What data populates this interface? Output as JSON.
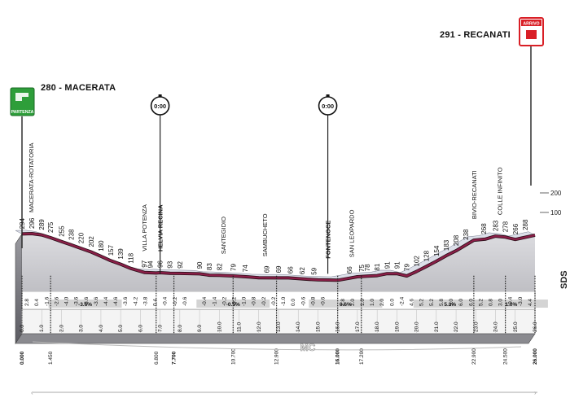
{
  "chart_data": {
    "type": "area",
    "title": "",
    "xlabel": "",
    "ylabel": "",
    "unit_x": "km",
    "unit_y": "m",
    "xlim": [
      0,
      26
    ],
    "ylim": [
      0,
      320
    ],
    "y_ticks": [
      {
        "value": 100,
        "label": "100"
      },
      {
        "value": 200,
        "label": "200"
      }
    ],
    "start": {
      "name": "280 - MACERATA",
      "badge": "PARTENZA"
    },
    "finish": {
      "name": "291 - RECANATI",
      "badge": "ARRIVO"
    },
    "profile": [
      {
        "x": 0.0,
        "y": 294
      },
      {
        "x": 0.5,
        "y": 296
      },
      {
        "x": 1.0,
        "y": 289
      },
      {
        "x": 1.45,
        "y": 275
      },
      {
        "x": 2.0,
        "y": 255
      },
      {
        "x": 2.5,
        "y": 238
      },
      {
        "x": 3.0,
        "y": 220
      },
      {
        "x": 3.5,
        "y": 202
      },
      {
        "x": 4.0,
        "y": 180
      },
      {
        "x": 4.5,
        "y": 157
      },
      {
        "x": 5.0,
        "y": 139
      },
      {
        "x": 5.5,
        "y": 118
      },
      {
        "x": 6.2,
        "y": 97
      },
      {
        "x": 6.8,
        "y": 94
      },
      {
        "x": 7.0,
        "y": 96
      },
      {
        "x": 7.5,
        "y": 93
      },
      {
        "x": 8.0,
        "y": 92
      },
      {
        "x": 9.0,
        "y": 90
      },
      {
        "x": 9.5,
        "y": 83
      },
      {
        "x": 10.0,
        "y": 82
      },
      {
        "x": 10.7,
        "y": 79
      },
      {
        "x": 11.5,
        "y": 74
      },
      {
        "x": 12.0,
        "y": 70
      },
      {
        "x": 12.9,
        "y": 69
      },
      {
        "x": 13.5,
        "y": 69
      },
      {
        "x": 14.0,
        "y": 66
      },
      {
        "x": 14.5,
        "y": 62
      },
      {
        "x": 15.0,
        "y": 59
      },
      {
        "x": 16.0,
        "y": 57
      },
      {
        "x": 16.5,
        "y": 66
      },
      {
        "x": 17.0,
        "y": 75
      },
      {
        "x": 17.5,
        "y": 78
      },
      {
        "x": 18.0,
        "y": 81
      },
      {
        "x": 18.5,
        "y": 91
      },
      {
        "x": 19.0,
        "y": 91
      },
      {
        "x": 19.5,
        "y": 79
      },
      {
        "x": 20.0,
        "y": 102
      },
      {
        "x": 20.5,
        "y": 128
      },
      {
        "x": 21.0,
        "y": 154
      },
      {
        "x": 21.5,
        "y": 183
      },
      {
        "x": 22.0,
        "y": 208
      },
      {
        "x": 22.5,
        "y": 238
      },
      {
        "x": 22.9,
        "y": 262
      },
      {
        "x": 23.5,
        "y": 268
      },
      {
        "x": 24.0,
        "y": 283
      },
      {
        "x": 24.5,
        "y": 278
      },
      {
        "x": 25.0,
        "y": 266
      },
      {
        "x": 26.0,
        "y": 288
      }
    ],
    "alt_labels": [
      {
        "x": 0.0,
        "y": 294
      },
      {
        "x": 0.5,
        "y": 296
      },
      {
        "x": 1.0,
        "y": 289
      },
      {
        "x": 1.45,
        "y": 275
      },
      {
        "x": 2.0,
        "y": 255
      },
      {
        "x": 2.5,
        "y": 238
      },
      {
        "x": 3.0,
        "y": 220
      },
      {
        "x": 3.5,
        "y": 202
      },
      {
        "x": 4.0,
        "y": 180
      },
      {
        "x": 4.5,
        "y": 157
      },
      {
        "x": 5.0,
        "y": 139
      },
      {
        "x": 5.5,
        "y": 118
      },
      {
        "x": 6.2,
        "y": 97
      },
      {
        "x": 6.5,
        "y": 94
      },
      {
        "x": 7.0,
        "y": 96
      },
      {
        "x": 7.5,
        "y": 93
      },
      {
        "x": 8.0,
        "y": 92
      },
      {
        "x": 9.0,
        "y": 90
      },
      {
        "x": 9.5,
        "y": 83
      },
      {
        "x": 10.0,
        "y": 82
      },
      {
        "x": 10.7,
        "y": 79
      },
      {
        "x": 11.3,
        "y": 74
      },
      {
        "x": 12.4,
        "y": 69
      },
      {
        "x": 13.0,
        "y": 69
      },
      {
        "x": 13.6,
        "y": 66
      },
      {
        "x": 14.2,
        "y": 62
      },
      {
        "x": 14.8,
        "y": 59
      },
      {
        "x": 16.6,
        "y": 66
      },
      {
        "x": 17.2,
        "y": 75
      },
      {
        "x": 17.5,
        "y": 78
      },
      {
        "x": 18.0,
        "y": 81
      },
      {
        "x": 18.5,
        "y": 91
      },
      {
        "x": 19.0,
        "y": 91
      },
      {
        "x": 19.5,
        "y": 79
      },
      {
        "x": 20.0,
        "y": 102
      },
      {
        "x": 20.5,
        "y": 128
      },
      {
        "x": 21.0,
        "y": 154
      },
      {
        "x": 21.5,
        "y": 183
      },
      {
        "x": 22.0,
        "y": 208
      },
      {
        "x": 22.5,
        "y": 238
      },
      {
        "x": 23.4,
        "y": 268
      },
      {
        "x": 24.0,
        "y": 283
      },
      {
        "x": 24.5,
        "y": 278
      },
      {
        "x": 25.0,
        "y": 266
      },
      {
        "x": 25.5,
        "y": 288
      }
    ],
    "locations": [
      {
        "x": 0.45,
        "label": "MACERATA-ROTATORIA",
        "bold": false
      },
      {
        "x": 6.2,
        "label": "VILLA POTENZA",
        "bold": false
      },
      {
        "x": 7.0,
        "label": "HELVIA RECINA",
        "bold": true
      },
      {
        "x": 10.2,
        "label": "SANTEGIDIO",
        "bold": false
      },
      {
        "x": 12.3,
        "label": "SAMBUCHETO",
        "bold": false
      },
      {
        "x": 15.5,
        "label": "FONTENOCE",
        "bold": true
      },
      {
        "x": 16.7,
        "label": "SAN LEOPARDO",
        "bold": false
      },
      {
        "x": 22.9,
        "label": "BIVIO-RECANATI",
        "bold": false
      },
      {
        "x": 24.2,
        "label": "COLLE INFINITO",
        "bold": false
      }
    ],
    "timing_points": [
      {
        "x": 7.0,
        "label": "0:00"
      },
      {
        "x": 15.5,
        "label": "0:00"
      }
    ],
    "segment_gradients": [
      {
        "x": 0.25,
        "v": "2.8"
      },
      {
        "x": 0.75,
        "v": "0.4"
      },
      {
        "x": 1.25,
        "v": "-1.6"
      },
      {
        "x": 1.75,
        "v": "-2.6"
      },
      {
        "x": 2.25,
        "v": "-4.0"
      },
      {
        "x": 2.75,
        "v": "-3.6"
      },
      {
        "x": 3.25,
        "v": "-3.6"
      },
      {
        "x": 3.75,
        "v": "-3.6"
      },
      {
        "x": 4.25,
        "v": "-4.4"
      },
      {
        "x": 4.75,
        "v": "-4.6"
      },
      {
        "x": 5.25,
        "v": "-3.6"
      },
      {
        "x": 5.75,
        "v": "-4.2"
      },
      {
        "x": 6.25,
        "v": "-3.8"
      },
      {
        "x": 6.75,
        "v": "0.4"
      },
      {
        "x": 7.25,
        "v": "-0.4"
      },
      {
        "x": 7.75,
        "v": "-0.2"
      },
      {
        "x": 8.25,
        "v": "-0.6"
      },
      {
        "x": 9.25,
        "v": "-0.4"
      },
      {
        "x": 9.75,
        "v": "-1.4"
      },
      {
        "x": 10.25,
        "v": "-0.2"
      },
      {
        "x": 10.75,
        "v": "-0.2"
      },
      {
        "x": 11.25,
        "v": "-1.0"
      },
      {
        "x": 11.75,
        "v": "-0.8"
      },
      {
        "x": 12.25,
        "v": "-0.2"
      },
      {
        "x": 12.75,
        "v": "-0.2"
      },
      {
        "x": 13.25,
        "v": "-1.0"
      },
      {
        "x": 13.75,
        "v": "0.0"
      },
      {
        "x": 14.25,
        "v": "-0.6"
      },
      {
        "x": 14.75,
        "v": "-0.8"
      },
      {
        "x": 15.25,
        "v": "-0.6"
      },
      {
        "x": 16.25,
        "v": "1.8"
      },
      {
        "x": 16.75,
        "v": "2.0"
      },
      {
        "x": 17.25,
        "v": "1.0"
      },
      {
        "x": 17.75,
        "v": "1.0"
      },
      {
        "x": 18.25,
        "v": "2.0"
      },
      {
        "x": 18.75,
        "v": "0.0"
      },
      {
        "x": 19.25,
        "v": "-2.4"
      },
      {
        "x": 19.75,
        "v": "4.6"
      },
      {
        "x": 20.25,
        "v": "5.2"
      },
      {
        "x": 20.75,
        "v": "5.2"
      },
      {
        "x": 21.25,
        "v": "5.8"
      },
      {
        "x": 21.75,
        "v": "5.0"
      },
      {
        "x": 22.25,
        "v": "6.0"
      },
      {
        "x": 22.75,
        "v": "6.0"
      },
      {
        "x": 23.25,
        "v": "5.2"
      },
      {
        "x": 23.75,
        "v": "0.8"
      },
      {
        "x": 24.25,
        "v": "3.0"
      },
      {
        "x": 24.75,
        "v": "-0.4"
      },
      {
        "x": 25.25,
        "v": "-3.0"
      },
      {
        "x": 25.75,
        "v": "4.4"
      }
    ],
    "average_gradients": [
      {
        "x": 3.2,
        "label": "-3.6%"
      },
      {
        "x": 10.7,
        "label": "-0.5%"
      },
      {
        "x": 16.4,
        "label": "0.6%"
      },
      {
        "x": 21.7,
        "label": "5.3%"
      },
      {
        "x": 24.8,
        "label": "1.0%"
      }
    ],
    "km_ticks": [
      {
        "x": 0.0,
        "label": "0.000",
        "bold": true
      },
      {
        "x": 0.0,
        "label": "0.0",
        "bold": false
      },
      {
        "x": 1.0,
        "label": "1.0",
        "bold": false
      },
      {
        "x": 1.45,
        "label": "1.450",
        "bold": false
      },
      {
        "x": 2.0,
        "label": "2.0",
        "bold": false
      },
      {
        "x": 3.0,
        "label": "3.0",
        "bold": false
      },
      {
        "x": 4.0,
        "label": "4.0",
        "bold": false
      },
      {
        "x": 5.0,
        "label": "5.0",
        "bold": false
      },
      {
        "x": 6.0,
        "label": "6.0",
        "bold": false
      },
      {
        "x": 6.8,
        "label": "6.800",
        "bold": false
      },
      {
        "x": 7.0,
        "label": "7.0",
        "bold": false
      },
      {
        "x": 7.7,
        "label": "7.700",
        "bold": true
      },
      {
        "x": 8.0,
        "label": "8.0",
        "bold": false
      },
      {
        "x": 9.0,
        "label": "9.0",
        "bold": false
      },
      {
        "x": 10.0,
        "label": "10.0",
        "bold": false
      },
      {
        "x": 10.7,
        "label": "10.700",
        "bold": false
      },
      {
        "x": 11.0,
        "label": "11.0",
        "bold": false
      },
      {
        "x": 12.0,
        "label": "12.0",
        "bold": false
      },
      {
        "x": 12.9,
        "label": "12.900",
        "bold": false
      },
      {
        "x": 13.0,
        "label": "13.0",
        "bold": false
      },
      {
        "x": 14.0,
        "label": "14.0",
        "bold": false
      },
      {
        "x": 15.0,
        "label": "15.0",
        "bold": false
      },
      {
        "x": 16.0,
        "label": "16.0",
        "bold": false
      },
      {
        "x": 16.0,
        "label": "16.000",
        "bold": true
      },
      {
        "x": 17.0,
        "label": "17.0",
        "bold": false
      },
      {
        "x": 17.2,
        "label": "17.200",
        "bold": false
      },
      {
        "x": 18.0,
        "label": "18.0",
        "bold": false
      },
      {
        "x": 19.0,
        "label": "19.0",
        "bold": false
      },
      {
        "x": 20.0,
        "label": "20.0",
        "bold": false
      },
      {
        "x": 21.0,
        "label": "21.0",
        "bold": false
      },
      {
        "x": 22.0,
        "label": "22.0",
        "bold": false
      },
      {
        "x": 22.9,
        "label": "22.900",
        "bold": false
      },
      {
        "x": 23.0,
        "label": "23.0",
        "bold": false
      },
      {
        "x": 24.0,
        "label": "24.0",
        "bold": false
      },
      {
        "x": 24.5,
        "label": "24.500",
        "bold": false
      },
      {
        "x": 25.0,
        "label": "25.0",
        "bold": false
      },
      {
        "x": 26.0,
        "label": "26.0",
        "bold": false
      },
      {
        "x": 26.0,
        "label": "26.000",
        "bold": true
      }
    ],
    "region": "MC",
    "sds_label": "SDS",
    "colors": {
      "profile_line": "#8a1f48",
      "profile_outline": "#2a0f18",
      "fill": "#c8c8cc",
      "depth": "#6a6a6e",
      "grad_band": "#cfcfcf",
      "start_badge": "#2e9e3a",
      "finish_badge": "#d91f26"
    }
  }
}
